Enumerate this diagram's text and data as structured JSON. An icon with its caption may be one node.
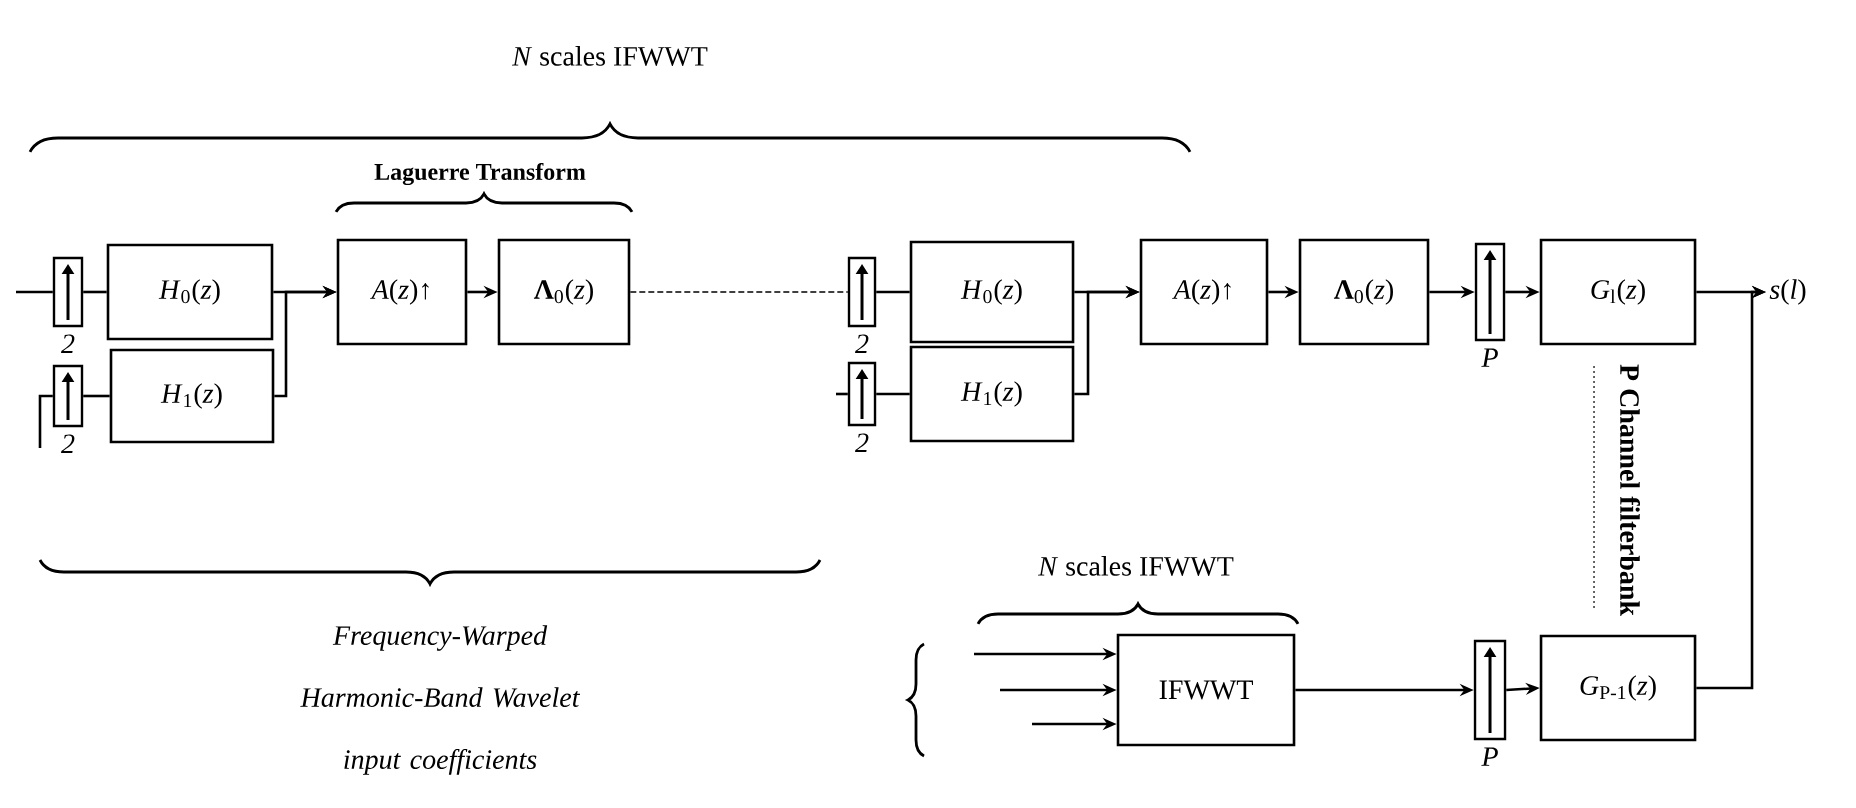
{
  "diagram": {
    "nodes": [
      {
        "text": [],
        "shape": "box",
        "beside": [
          "2"
        ]
      },
      {
        "text": [
          "*H*$_{0}$(*z*)"
        ]
      },
      {
        "text": [],
        "shape": "box",
        "beside": [
          "2"
        ]
      },
      {
        "text": [
          "*H*$_{1}$(*z*)"
        ]
      },
      {
        "text": [
          "*A*(*z*)↑"
        ]
      },
      {
        "text": [
          "**Λ**$_{0}$(*z*)"
        ]
      },
      {
        "text": [],
        "shape": "box",
        "beside": [
          "2"
        ]
      },
      {
        "text": [
          "*H*$_{0}$(*z*)"
        ]
      },
      {
        "text": [],
        "shape": "box",
        "beside": [
          "2"
        ]
      },
      {
        "text": [
          "*H*$_{1}$(*z*)"
        ]
      },
      {
        "text": [
          "*A*(*z*)↑"
        ]
      },
      {
        "text": [
          "**Λ**$_{0}$(*z*)"
        ]
      },
      {
        "text": [],
        "shape": "box",
        "beside": [
          "*P*"
        ]
      },
      {
        "text": [
          "*G*$_{l}$(*z*)"
        ]
      },
      {
        "text": [
          "*s*(*l*)"
        ]
      },
      {
        "text": [
          "IFWWT"
        ]
      },
      {
        "text": [],
        "shape": "box",
        "beside": [
          "*P*"
        ]
      },
      {
        "text": [
          "*G*$_{P-1}$(*z*)"
        ]
      }
    ],
    "edges": [
      {
        "from": null,
        "to": 0,
        "arrow": "none"
      },
      {
        "from": 0,
        "to": 1,
        "arrow": "none"
      },
      {
        "from": null,
        "to": 2,
        "arrow": "none"
      },
      {
        "from": 2,
        "to": 3,
        "arrow": "none"
      },
      {
        "from": 1,
        "to": 4,
        "arrow": "to"
      },
      {
        "from": 3,
        "to": 4,
        "arrow": "to"
      },
      {
        "from": 4,
        "to": 5,
        "arrow": "to"
      },
      {
        "from": 5,
        "to": 6,
        "arrow": "none",
        "style": "dashed"
      },
      {
        "from": null,
        "to": 8,
        "arrow": "none"
      },
      {
        "from": 6,
        "to": 7,
        "arrow": "none"
      },
      {
        "from": 8,
        "to": 9,
        "arrow": "none"
      },
      {
        "from": 7,
        "to": 10,
        "arrow": "to"
      },
      {
        "from": 9,
        "to": 10,
        "arrow": "to"
      },
      {
        "from": 10,
        "to": 11,
        "arrow": "to"
      },
      {
        "from": 11,
        "to": 12,
        "arrow": "to"
      },
      {
        "from": 12,
        "to": 13,
        "arrow": "to"
      },
      {
        "from": 13,
        "to": 14,
        "arrow": "to"
      },
      {
        "from": 17,
        "to": 14,
        "arrow": "to"
      },
      {
        "from": null,
        "to": 15,
        "arrow": "to"
      },
      {
        "from": null,
        "to": 15,
        "arrow": "to"
      },
      {
        "from": null,
        "to": 15,
        "arrow": "to"
      },
      {
        "from": 15,
        "to": 16,
        "arrow": "to"
      },
      {
        "from": 16,
        "to": 17,
        "arrow": "to"
      }
    ],
    "labels": [
      "*N* scales IFWWT",
      "Laguerre Transform",
      "P Channel filterbank",
      "*N* scales IFWWT",
      "Frequency-Warped Harmonic-Band Wavelet input coefficients"
    ]
  }
}
